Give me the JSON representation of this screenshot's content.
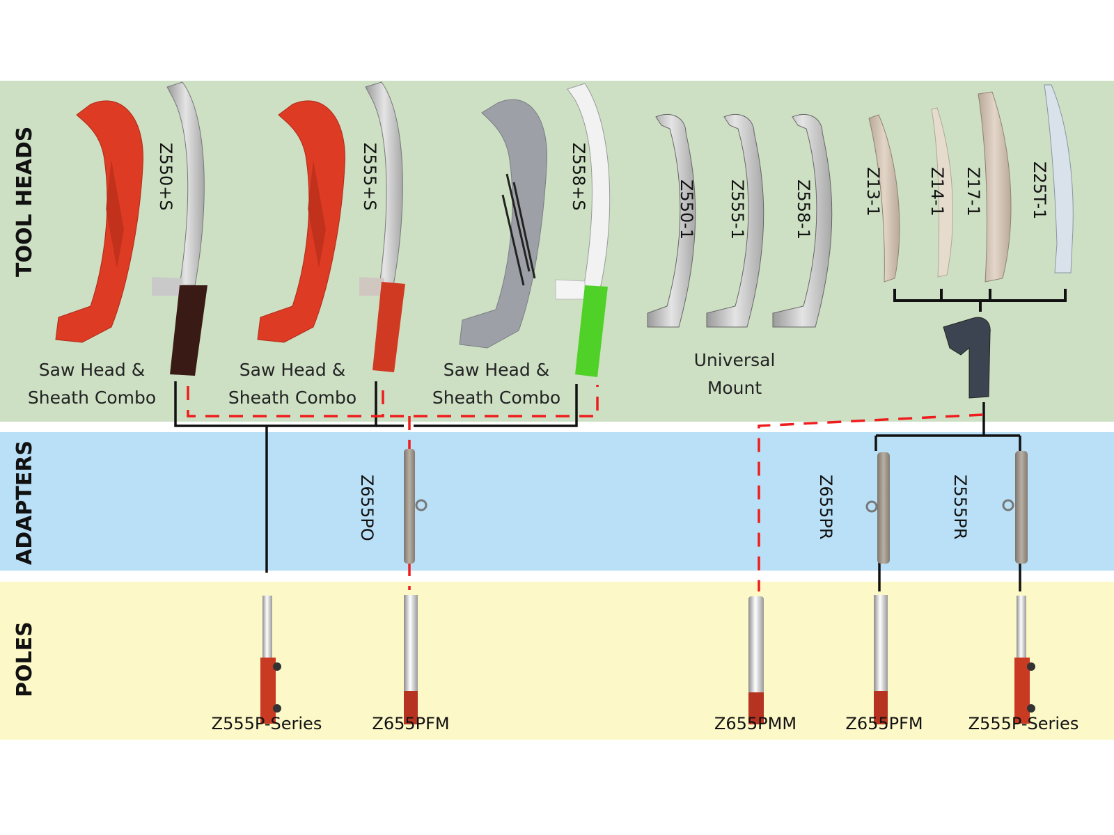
{
  "title": "Pruning Saw System Compatibility Chart",
  "colors": {
    "tool_heads_band": "#cde0c4",
    "adapters_band": "#bae0f7",
    "poles_band": "#fcf8c8",
    "solid_connector": "#111111",
    "dashed_connector": "#ee1c1c",
    "red_sheath": "#dd3b24",
    "gray_sheath": "#9da0a6",
    "green_handle": "#4fd127"
  },
  "sections": {
    "tool_heads": "TOOL HEADS",
    "adapters": "ADAPTERS",
    "poles": "POLES"
  },
  "tool_heads": {
    "combos": [
      {
        "model": "Z550+S",
        "caption_line1": "Saw Head &",
        "caption_line2": "Sheath Combo",
        "sheath": "red",
        "handle": "brown"
      },
      {
        "model": "Z555+S",
        "caption_line1": "Saw Head &",
        "caption_line2": "Sheath Combo",
        "sheath": "red",
        "handle": "red"
      },
      {
        "model": "Z558+S",
        "caption_line1": "Saw Head &",
        "caption_line2": "Sheath Combo",
        "sheath": "gray",
        "handle": "green"
      }
    ],
    "universal_blades": [
      "Z550-1",
      "Z555-1",
      "Z558-1"
    ],
    "universal_caption_line1": "Universal",
    "universal_caption_line2": "Mount",
    "small_blades": [
      "Z13-1",
      "Z14-1",
      "Z17-1",
      "Z25T-1"
    ]
  },
  "adapters": [
    "Z655PO",
    "Z655PR",
    "Z555PR"
  ],
  "poles": [
    "Z555P-Series",
    "Z655PFM",
    "Z655PMM",
    "Z655PFM",
    "Z555P-Series"
  ]
}
